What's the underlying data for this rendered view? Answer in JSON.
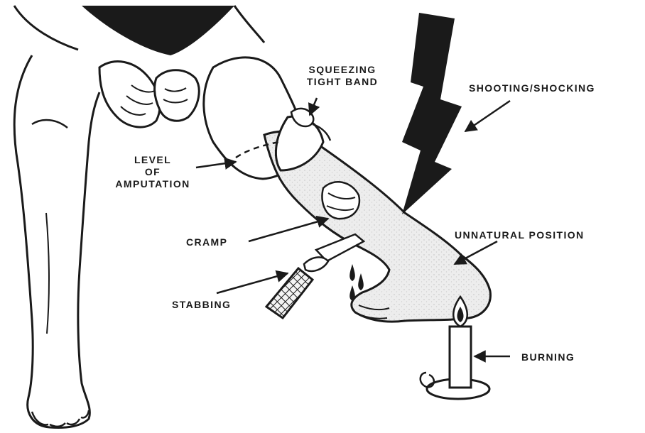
{
  "labels": {
    "squeezing_line1": "SQUEEZING",
    "squeezing_line2": "TIGHT BAND",
    "shooting": "SHOOTING/SHOCKING",
    "level_line1": "LEVEL",
    "level_line2": "OF",
    "level_line3": "AMPUTATION",
    "cramp": "CRAMP",
    "unnatural": "UNNATURAL POSITION",
    "stabbing": "STABBING",
    "burning": "BURNING"
  },
  "colors": {
    "ink": "#1a1a1a",
    "paper": "#ffffff",
    "phantom_fill": "#ececec"
  }
}
